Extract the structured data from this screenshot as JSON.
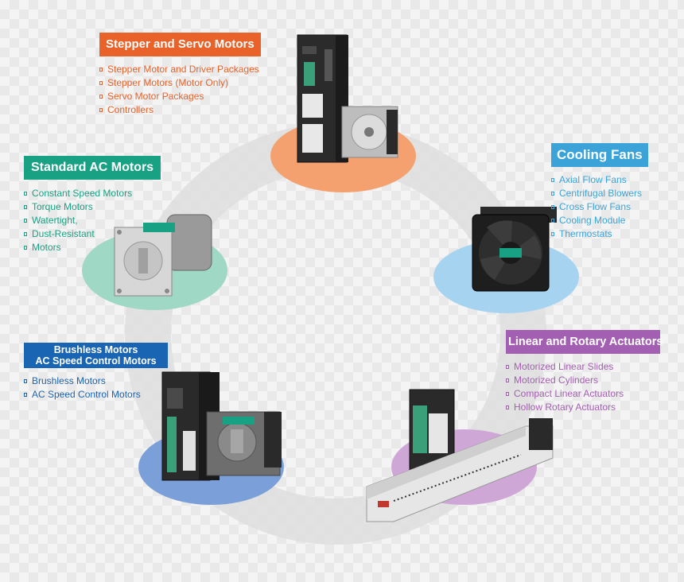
{
  "colors": {
    "stepper": "#e8622a",
    "ac": "#19a184",
    "brushless": "#1a64b4",
    "fans": "#3ba3d8",
    "actuators": "#a35fb1"
  },
  "stepper": {
    "title": "Stepper and Servo Motors",
    "items": [
      "Stepper Motor and Driver Packages",
      "Stepper Motors (Motor Only)",
      "Servo Motor Packages",
      "Controllers"
    ]
  },
  "ac": {
    "title": "Standard AC Motors",
    "items": [
      "Constant Speed Motors",
      "Torque Motors",
      "Watertight,",
      "Dust-Resistant",
      "Motors"
    ]
  },
  "fans": {
    "title": "Cooling Fans",
    "items": [
      "Axial Flow Fans",
      "Centrifugal Blowers",
      "Cross Flow Fans",
      "Cooling Module",
      "Thermostats"
    ]
  },
  "brushless": {
    "title_line1": "Brushless Motors",
    "title_line2": "AC Speed Control Motors",
    "items": [
      "Brushless Motors",
      "AC Speed Control Motors"
    ]
  },
  "actuators": {
    "title": "Linear and Rotary Actuators",
    "items": [
      "Motorized Linear Slides",
      "Motorized Cylinders",
      "Compact Linear Actuators",
      "Hollow Rotary Actuators"
    ]
  }
}
